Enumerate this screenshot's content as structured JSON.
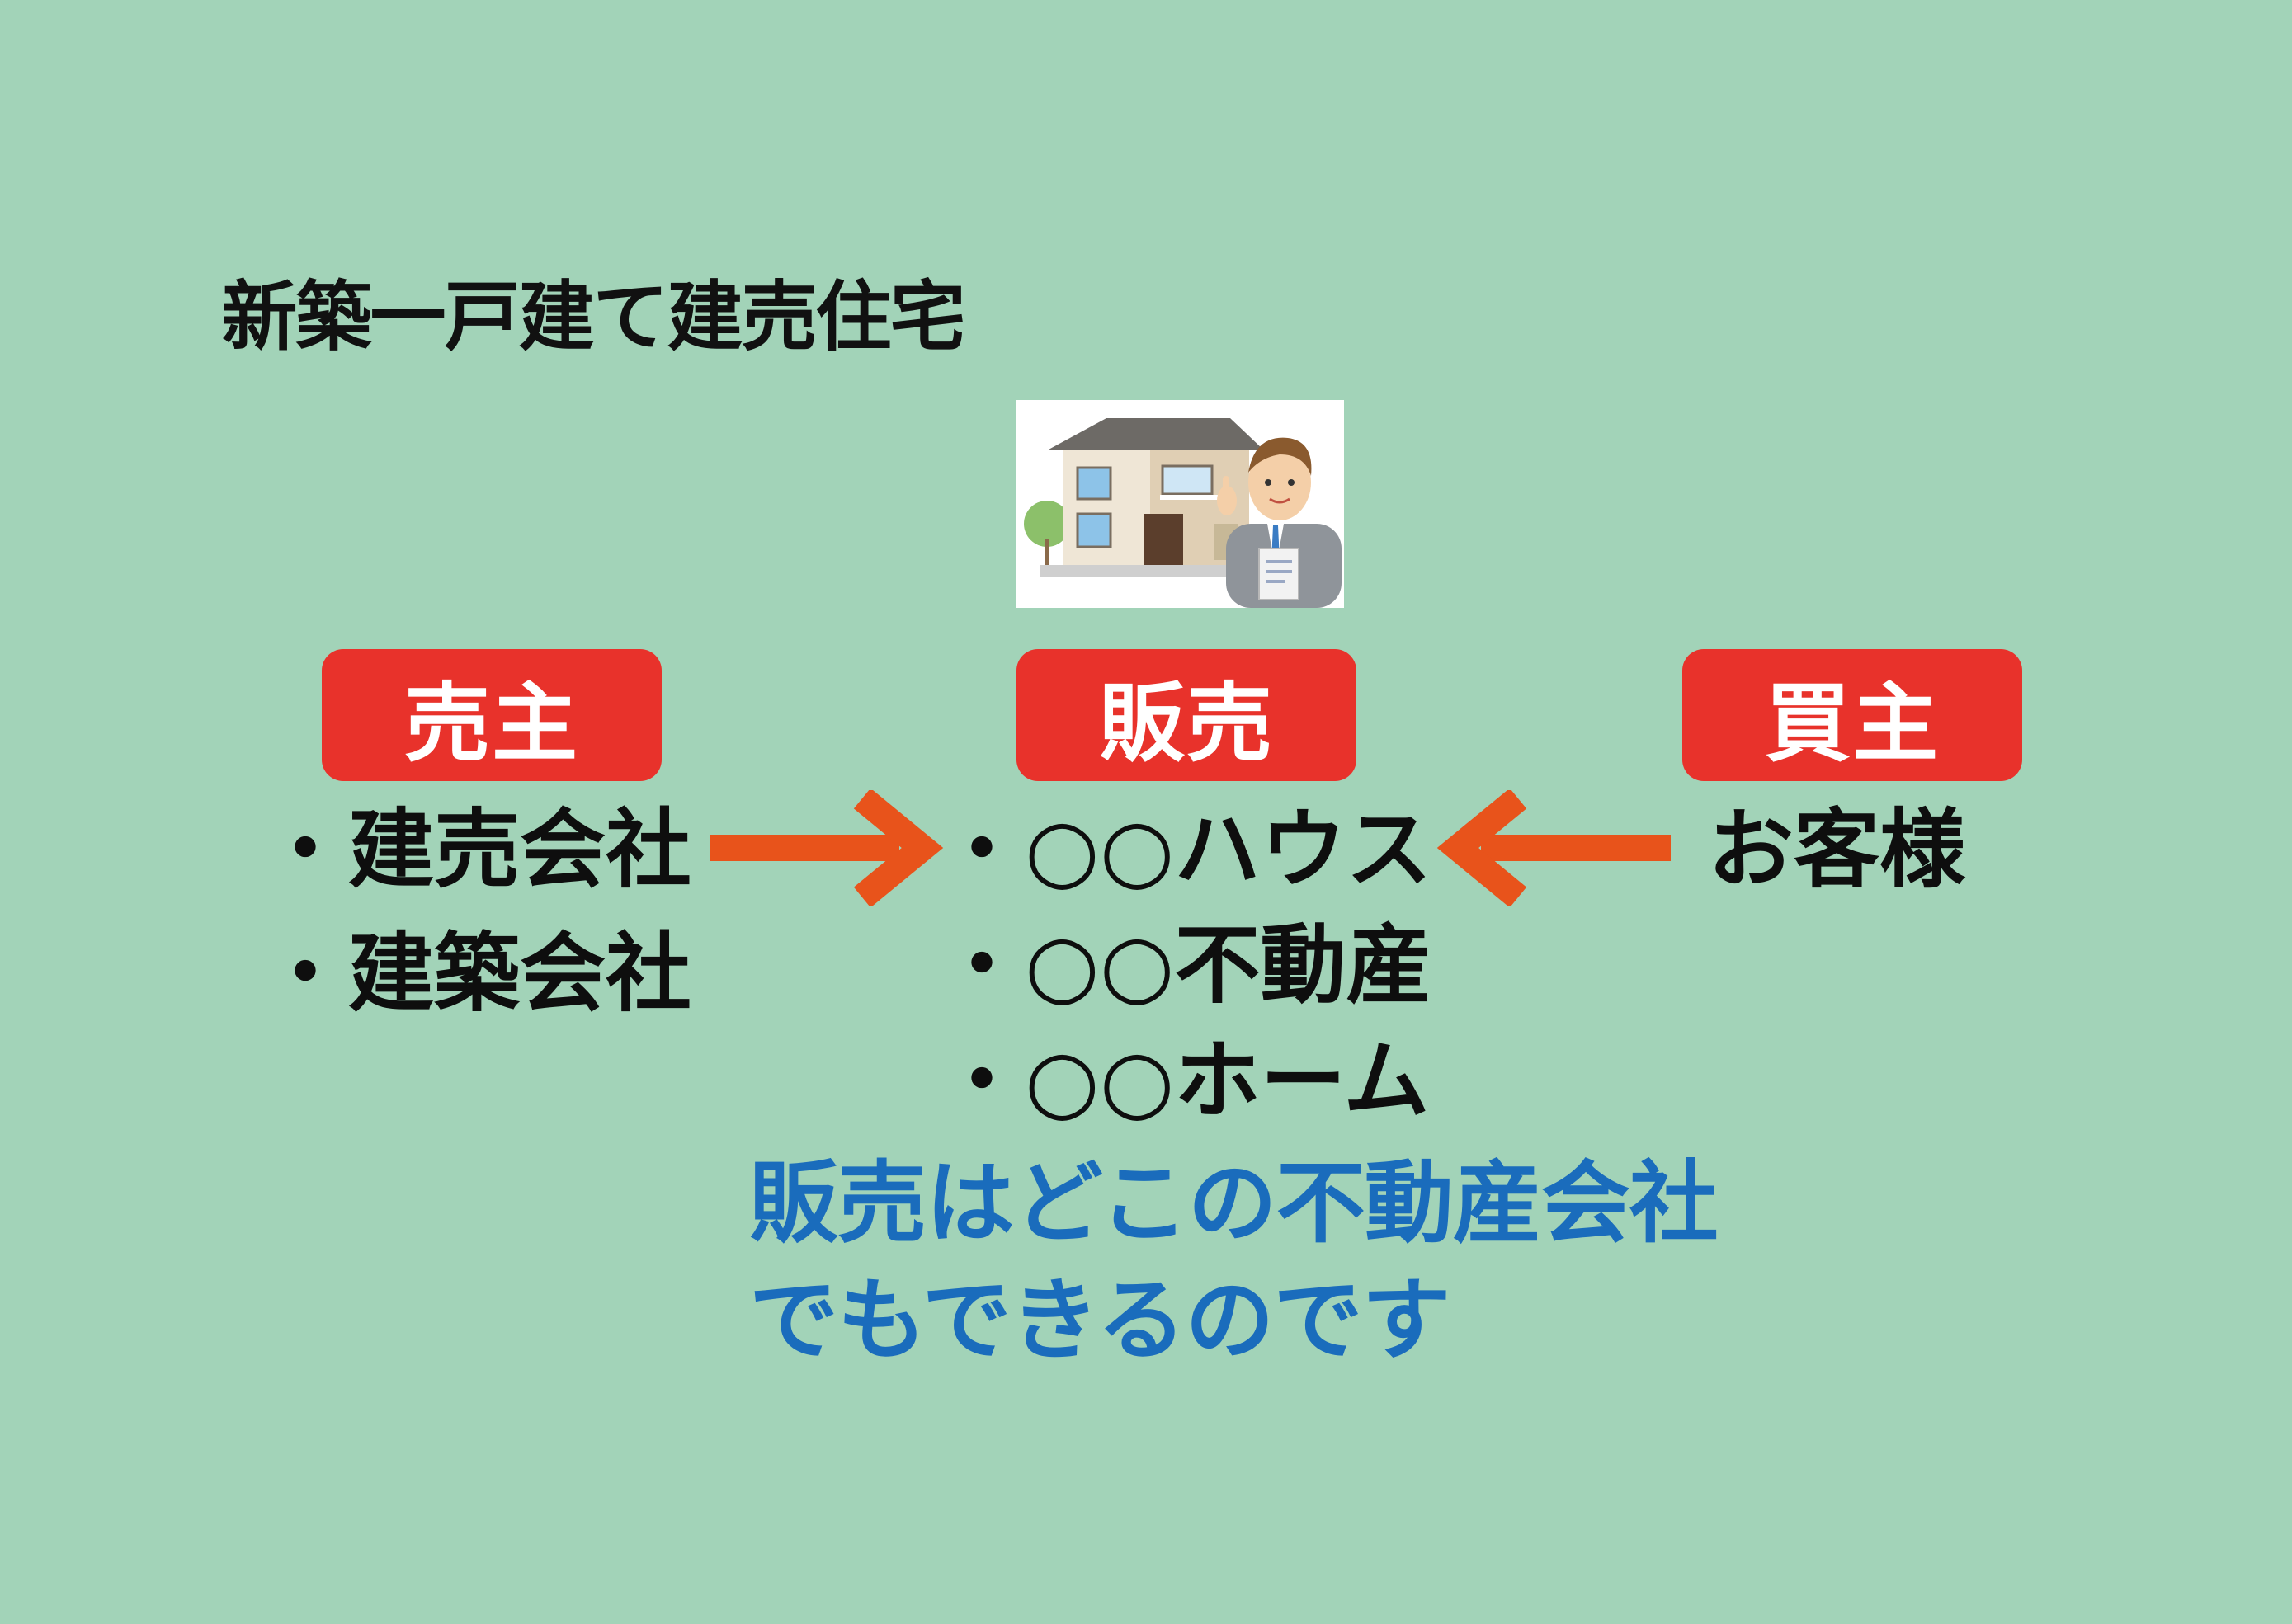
{
  "title": "新築一戸建て建売住宅",
  "illustration": {
    "icon": "house-and-agent-illustration"
  },
  "roles": {
    "seller": {
      "label": "売主",
      "items": [
        "・建売会社",
        "・建築会社"
      ]
    },
    "sales": {
      "label": "販売",
      "items": [
        "・○○ハウス",
        "・○○不動産",
        "・○○ホーム"
      ]
    },
    "buyer": {
      "label": "買主",
      "items": [
        "お客様"
      ]
    }
  },
  "arrows": {
    "color": "#e8531b",
    "seller_to_sales": "right-arrow",
    "buyer_to_sales": "left-arrow"
  },
  "note": {
    "line1": "販売はどこの不動産会社",
    "line2": "でもできるのです"
  },
  "colors": {
    "background": "#a2d3b8",
    "badge": "#e8322b",
    "note": "#1a6cbc",
    "arrow": "#e8531b"
  }
}
